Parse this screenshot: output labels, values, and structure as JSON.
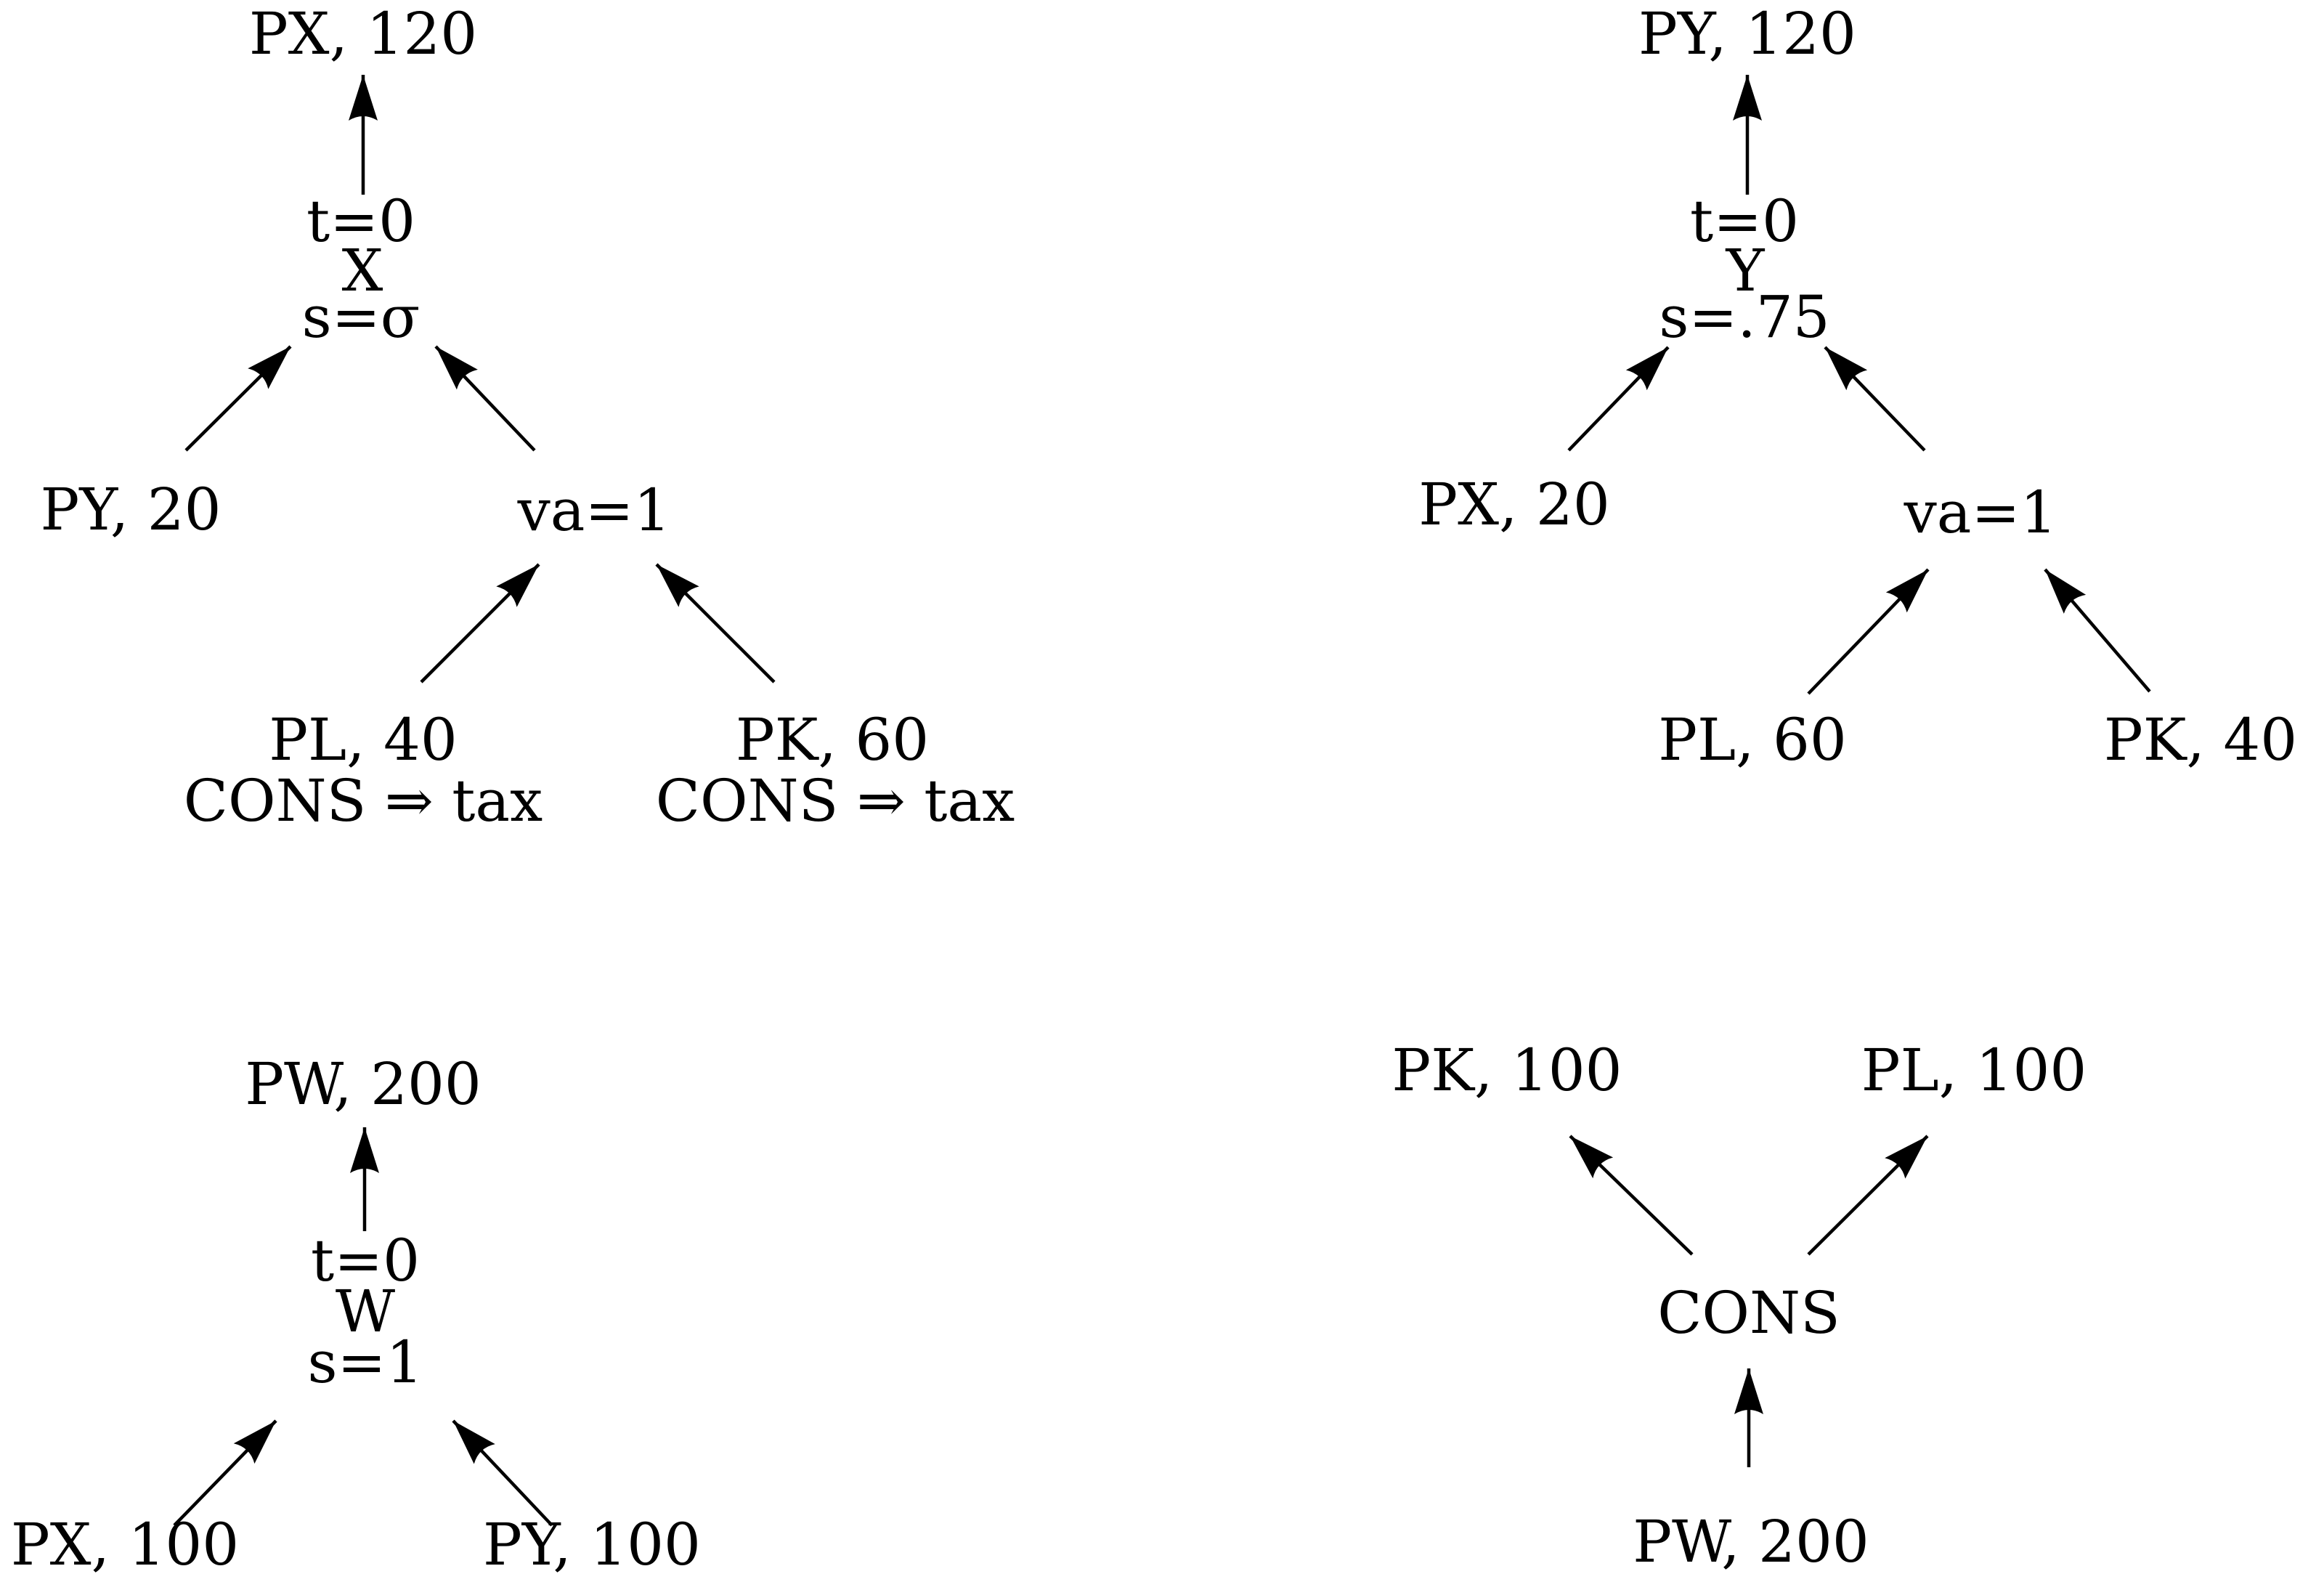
{
  "figure": {
    "background_color": "#ffffff",
    "ink_color": "#000000",
    "description": "Four production/consumption tree diagrams of a general equilibrium model"
  },
  "diagrams": {
    "x_sector": {
      "output_label": "PX, 120",
      "node_lines": {
        "tax": "t=0",
        "name": "X",
        "substitution": "s=σ"
      },
      "inputs": {
        "intermediate": "PY, 20",
        "value_added": "va=1",
        "labor": "PL, 40",
        "labor_tax_note": "CONS ⇒ tax",
        "capital": "PK, 60",
        "capital_tax_note": "CONS ⇒ tax"
      }
    },
    "y_sector": {
      "output_label": "PY, 120",
      "node_lines": {
        "tax": "t=0",
        "name": "Y",
        "substitution": "s=.75"
      },
      "inputs": {
        "intermediate": "PX, 20",
        "value_added": "va=1",
        "labor": "PL, 60",
        "capital": "PK, 40"
      }
    },
    "welfare": {
      "output_label": "PW, 200",
      "node_lines": {
        "tax": "t=0",
        "name": "W",
        "substitution": "s=1"
      },
      "inputs": {
        "left": "PX, 100",
        "right": "PY, 100"
      }
    },
    "consumer": {
      "name": "CONS",
      "endowments": {
        "capital": "PK, 100",
        "labor": "PL, 100"
      },
      "expenditure": "PW, 200"
    }
  }
}
